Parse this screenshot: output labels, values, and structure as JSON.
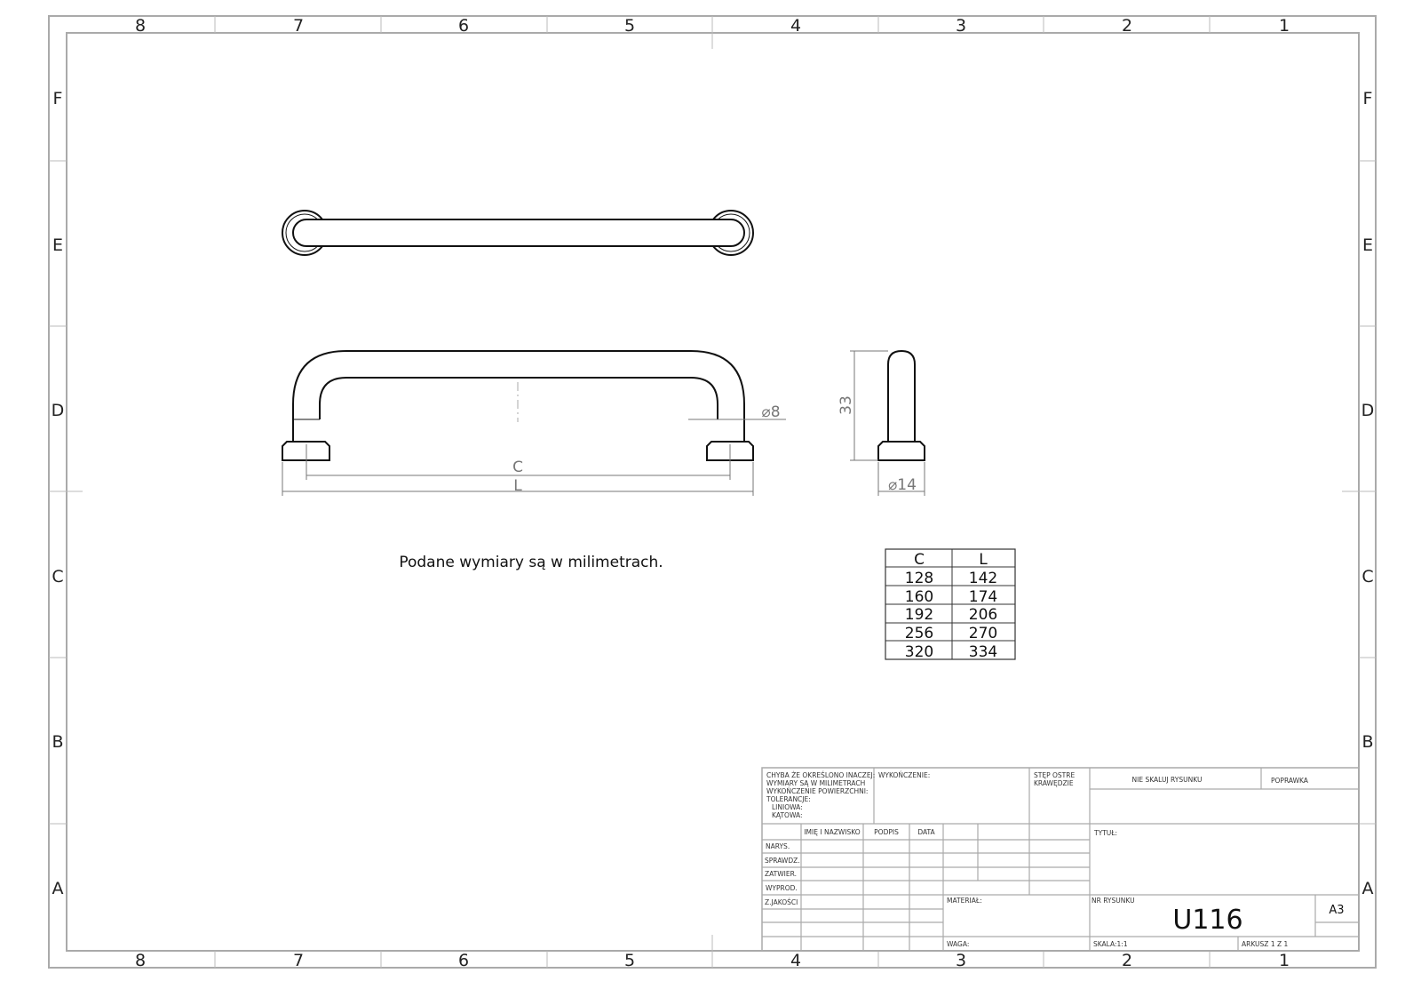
{
  "zones": {
    "columns": [
      "8",
      "7",
      "6",
      "5",
      "4",
      "3",
      "2",
      "1"
    ],
    "rows": [
      "F",
      "E",
      "D",
      "C",
      "B",
      "A"
    ]
  },
  "dimensions": {
    "c_label": "C",
    "l_label": "L",
    "rod_diameter": "⌀8",
    "height": "33",
    "foot_diameter": "⌀14"
  },
  "note": "Podane wymiary są w milimetrach.",
  "size_table": {
    "headers": [
      "C",
      "L"
    ],
    "rows": [
      [
        "128",
        "142"
      ],
      [
        "160",
        "174"
      ],
      [
        "192",
        "206"
      ],
      [
        "256",
        "270"
      ],
      [
        "320",
        "334"
      ]
    ]
  },
  "title_block": {
    "general_notes": [
      "CHYBA ŻE OKREŚLONO INACZEJ:",
      "WYMIARY SĄ W MILIMETRACH",
      "WYKOŃCZENIE POWIERZCHNI:",
      "TOLERANCJE:",
      "LINIOWA:",
      "KĄTOWA:"
    ],
    "finish": "WYKOŃCZENIE:",
    "deburr": [
      "STĘP OSTRE",
      "KRAWĘDZIE"
    ],
    "do_not_scale": "NIE SKALUJ RYSUNKU",
    "revision": "POPRAWKA",
    "col_headers": [
      "IMIĘ I NAZWISKO",
      "PODPIS",
      "DATA"
    ],
    "roles": [
      "NARYS.",
      "SPRAWDZ.",
      "ZATWIER.",
      "WYPROD.",
      "Z.JAKOŚCI"
    ],
    "title_label": "TYTUŁ:",
    "material_label": "MATERIAŁ:",
    "weight_label": "WAGA:",
    "drawing_no_label": "NR RYSUNKU",
    "drawing_no": "U116",
    "sheet_size": "A3",
    "scale": "SKALA:1:1",
    "sheet": "ARKUSZ 1 Z 1"
  }
}
